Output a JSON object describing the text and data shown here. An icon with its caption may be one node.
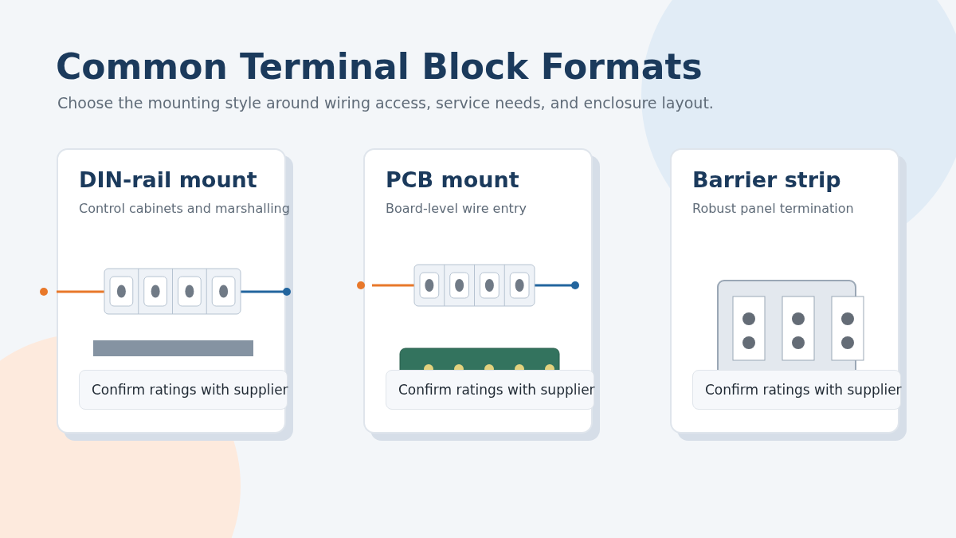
{
  "diagram": {
    "title": "Common Terminal Block Formats",
    "caption": "Choose the mounting style around wiring access, service needs, and enclosure layout.",
    "nodes": [
      {
        "text": [
          "DIN-rail mount",
          "Control cabinets and marshalling"
        ]
      },
      {
        "text": [
          "Confirm ratings with supplier"
        ],
        "in": 0
      },
      {
        "text": [
          "PCB mount",
          "Board-level wire entry"
        ]
      },
      {
        "text": [
          "Confirm ratings with supplier"
        ],
        "in": 2
      },
      {
        "text": [
          "Barrier strip",
          "Robust panel termination"
        ]
      },
      {
        "text": [
          "Confirm ratings with supplier"
        ],
        "in": 4
      }
    ]
  }
}
